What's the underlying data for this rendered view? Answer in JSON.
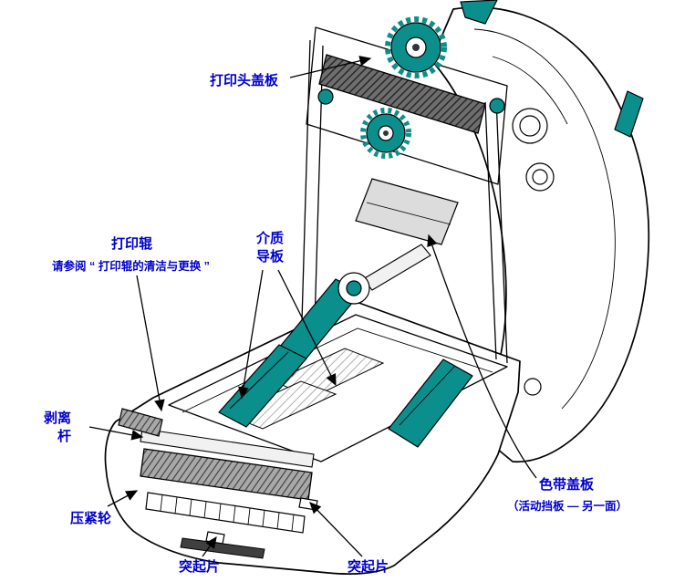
{
  "diagram": {
    "labels": {
      "printhead_cover": "打印头盖板",
      "platen_roller": "打印辊",
      "platen_roller_note": "请参阅 “ 打印辊的清洁与更换 ”",
      "media_guide_line1": "介质",
      "media_guide_line2": "导板",
      "peel_bar_line1": "剥离",
      "peel_bar_line2": "杆",
      "pinch_roller": "压紧轮",
      "tab_left": "突起片",
      "tab_right": "突起片",
      "ribbon_cover": "色带盖板",
      "ribbon_cover_note": "（活动挡板 — 另一面）"
    },
    "colors": {
      "label_blue": "#0000CD",
      "part_teal": "#0B8F8C",
      "outline": "#000000",
      "background": "#FFFFFF"
    }
  }
}
